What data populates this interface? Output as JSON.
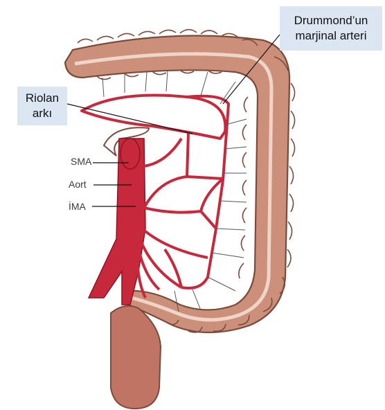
{
  "labels": {
    "drummond_line1": "Drummond’un",
    "drummond_line2": "marjinal arteri",
    "riolan_line1": "Riolan",
    "riolan_line2": "arkı",
    "sma": "SMA",
    "aort": "Aort",
    "ima": "İMA"
  },
  "colors": {
    "colon_fill": "#cc8f7a",
    "colon_outline": "#7a4a3a",
    "colon_inner_band": "#f3ddd0",
    "artery": "#c8283c",
    "artery_dark": "#8c1422",
    "rectum": "#c07464",
    "callout_bg": "#dce6f3"
  }
}
